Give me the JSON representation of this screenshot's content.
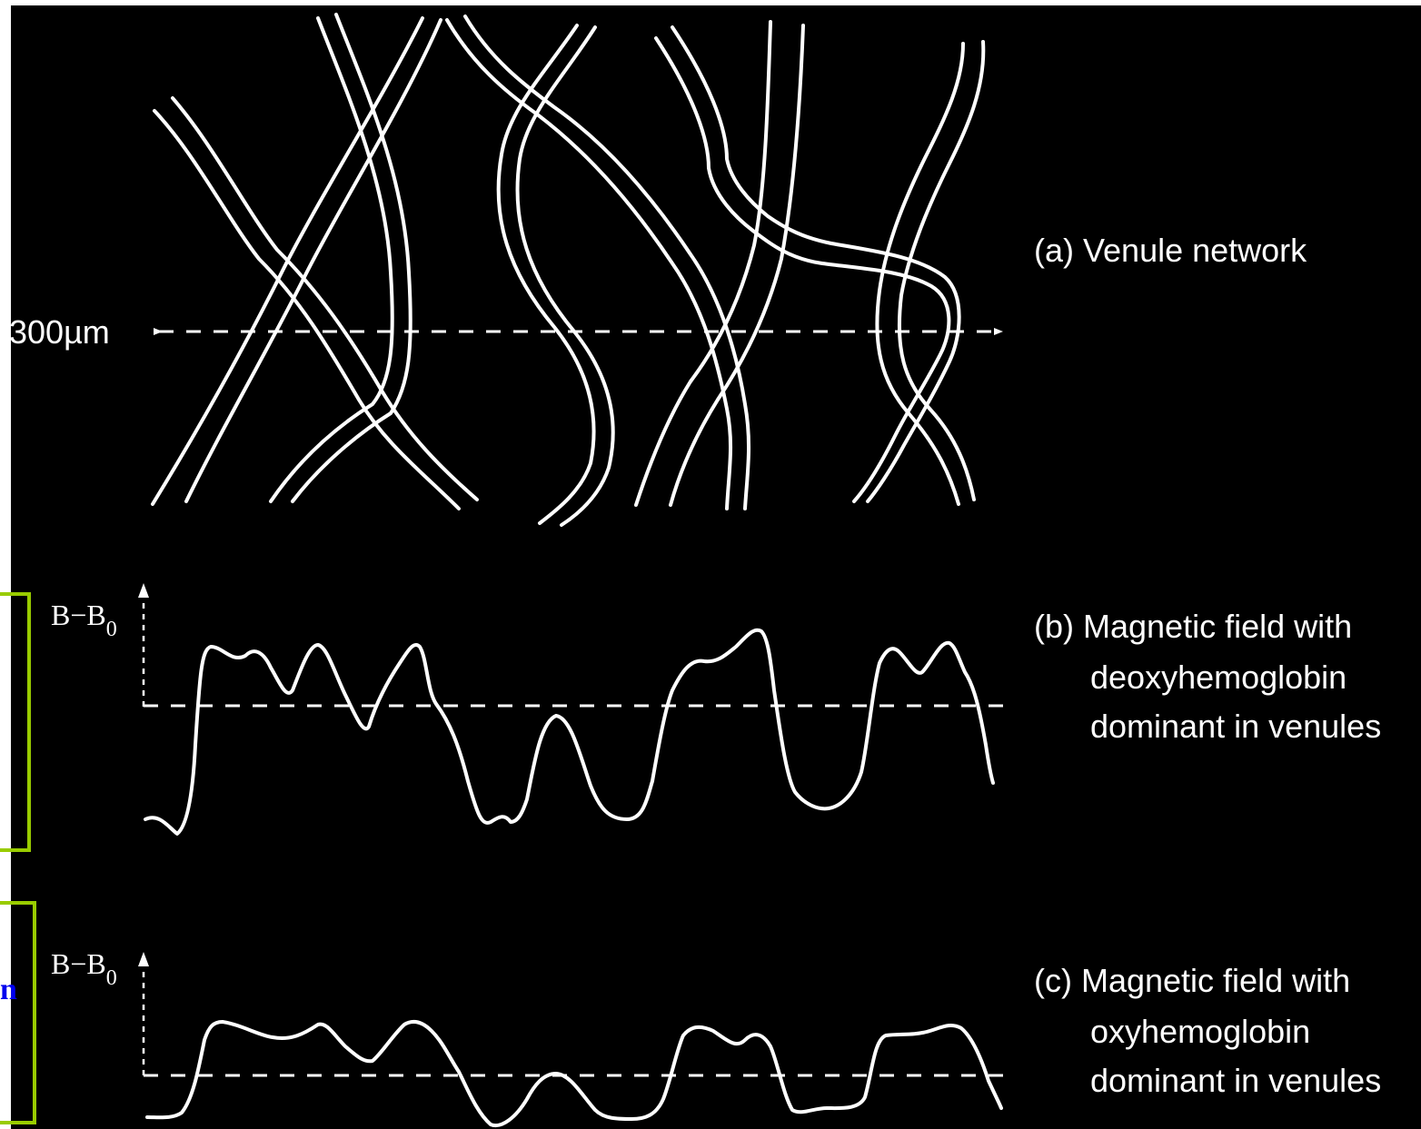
{
  "colors": {
    "background": "#000000",
    "foreground": "#ffffff",
    "bracket": "#99cc00",
    "cutoff_text": "#0000ee",
    "page_margin": "#ffffff"
  },
  "scale_bar": {
    "label": "300µm"
  },
  "panels": {
    "a": {
      "caption": "(a) Venule network"
    },
    "b": {
      "caption_line1": "(b) Magnetic field with",
      "caption_line2": "deoxyhemoglobin",
      "caption_line3": "dominant in venules",
      "axis_label_main": "B−B",
      "axis_label_sub": "0"
    },
    "c": {
      "caption_line1": "(c) Magnetic field with",
      "caption_line2": "oxyhemoglobin",
      "caption_line3": "dominant in venules",
      "axis_label_main": "B−B",
      "axis_label_sub": "0"
    }
  },
  "edge_fragment": {
    "text": "n"
  }
}
